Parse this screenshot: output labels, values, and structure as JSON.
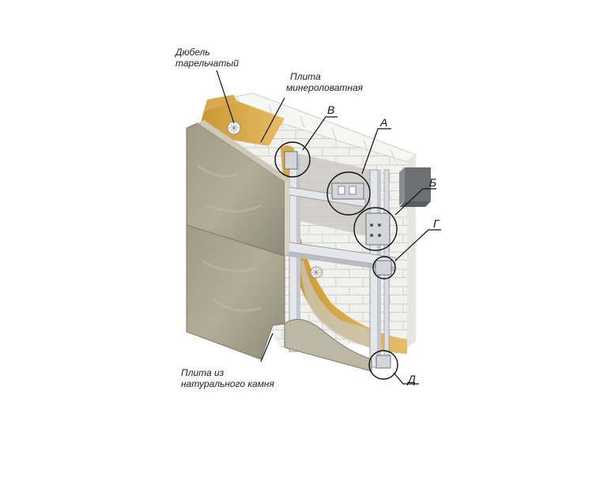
{
  "labels": {
    "dowel_line1": "Дюбель",
    "dowel_line2": "тарельчатый",
    "wool_line1": "Плита",
    "wool_line2": "минероловатная",
    "stone_line1": "Плита из",
    "stone_line2": "натурального камня"
  },
  "markers": {
    "a": "А",
    "b": "Б",
    "v": "В",
    "g": "Г",
    "d": "Д"
  },
  "colors": {
    "wool": "#e0b35a",
    "block": "#f1f1ee",
    "stone": "#a59f8a",
    "metal": "#e4e6ea",
    "bracket": "#6d6f72"
  }
}
